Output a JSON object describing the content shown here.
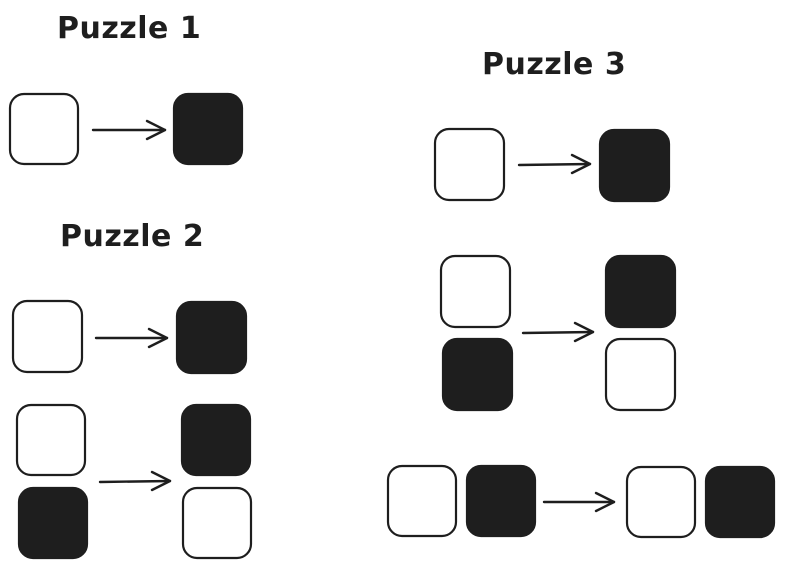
{
  "titles": {
    "puzzle1": "Puzzle 1",
    "puzzle2": "Puzzle 2",
    "puzzle3": "Puzzle 3"
  },
  "colors": {
    "stroke": "#1e1e1e",
    "filled": "#1e1e1e",
    "empty": "#ffffff"
  },
  "puzzles": [
    {
      "name": "puzzle-1",
      "rules": [
        {
          "before": [
            [
              "empty"
            ]
          ],
          "after": [
            [
              "filled"
            ]
          ]
        }
      ]
    },
    {
      "name": "puzzle-2",
      "rules": [
        {
          "before": [
            [
              "empty"
            ]
          ],
          "after": [
            [
              "filled"
            ]
          ]
        },
        {
          "before": [
            [
              "empty"
            ],
            [
              "filled"
            ]
          ],
          "after": [
            [
              "filled"
            ],
            [
              "empty"
            ]
          ]
        }
      ]
    },
    {
      "name": "puzzle-3",
      "rules": [
        {
          "before": [
            [
              "empty"
            ]
          ],
          "after": [
            [
              "filled"
            ]
          ]
        },
        {
          "before": [
            [
              "empty"
            ],
            [
              "filled"
            ]
          ],
          "after": [
            [
              "filled"
            ],
            [
              "empty"
            ]
          ]
        },
        {
          "before": [
            [
              "empty",
              "filled"
            ]
          ],
          "after": [
            [
              "empty",
              "filled"
            ]
          ]
        }
      ]
    }
  ]
}
